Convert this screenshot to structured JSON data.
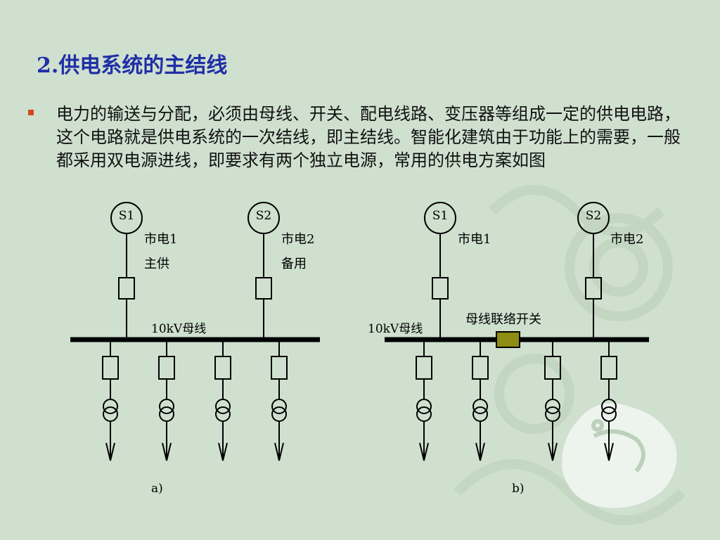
{
  "slide": {
    "title": "2.供电系统的主结线",
    "bullet_text": "电力的输送与分配，必须由母线、开关、配电线路、变压器等组成一定的供电电路，这个电路就是供电系统的一次结线，即主结线。智能化建筑由于功能上的需要，一般都采用双电源进线，即要求有两个独立电源，常用的供电方案如图"
  },
  "diagram_a": {
    "caption": "a)",
    "s1_label": "S1",
    "s2_label": "S2",
    "s1_name": "市电1",
    "s1_role": "主供",
    "s2_name": "市电2",
    "s2_role": "备用",
    "bus_label": "10kV母线"
  },
  "diagram_b": {
    "caption": "b)",
    "s1_label": "S1",
    "s2_label": "S2",
    "s1_name": "市电1",
    "s2_name": "市电2",
    "bus_label": "10kV母线",
    "tie_label": "母线联络开关"
  },
  "colors": {
    "title": "#1f2fa6",
    "bullet": "#d2491d",
    "background": "#cfe0cf",
    "tie_switch": "#8f8d12"
  }
}
